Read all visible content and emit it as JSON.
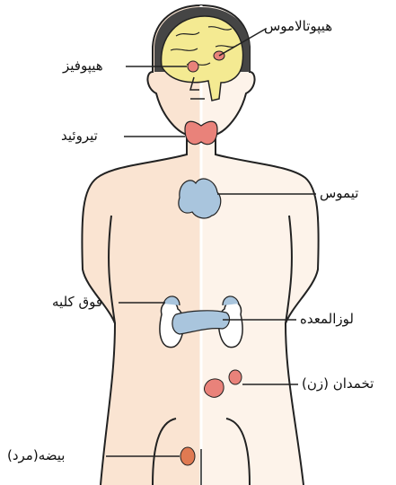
{
  "labels": {
    "hypothalamus": "هیپوتالاموس",
    "pituitary": "هیپوفیز",
    "thyroid": "تیروئید",
    "thymus": "تیموس",
    "adrenal": "فوق کلیه",
    "pancreas": "لوزالمعده",
    "ovary": "تخمدان (زن)",
    "testis": "بیضه(مرد)"
  },
  "colors": {
    "skin_left": "#fae4d2",
    "skin_right": "#fdf3ea",
    "brain": "#f4ea92",
    "skull": "#454545",
    "gland_red": "#e9827a",
    "gland_blue": "#a9c5dd",
    "outline": "#222222"
  }
}
